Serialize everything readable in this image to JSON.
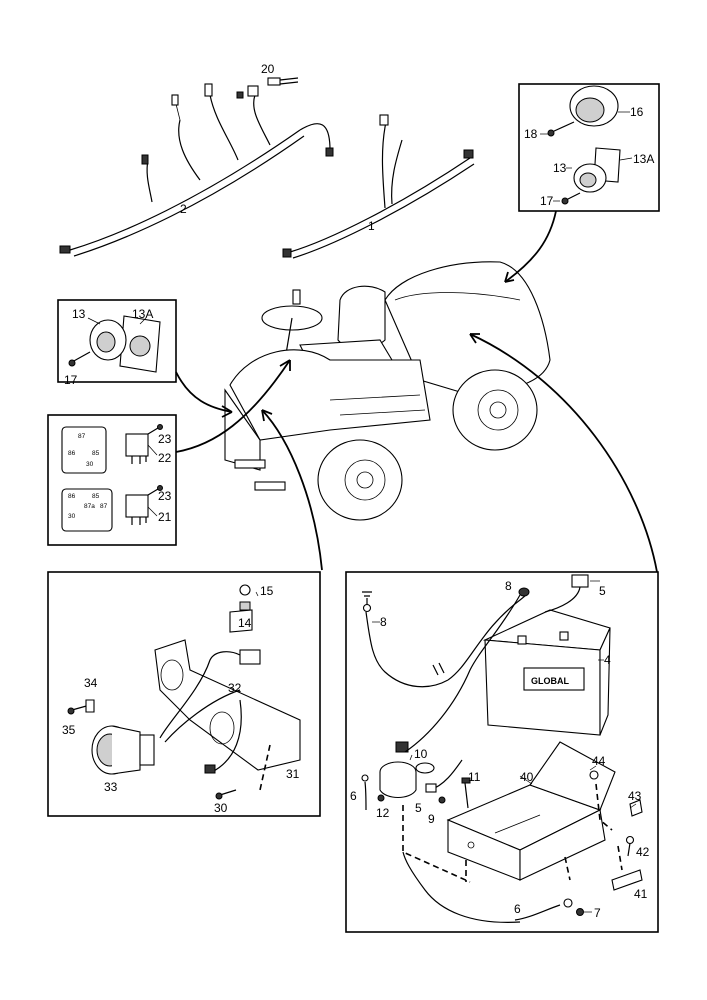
{
  "callouts": {
    "p1": "1",
    "p2": "2",
    "p20": "20",
    "p16": "16",
    "p18": "18",
    "p13_tr": "13",
    "p13A_tr": "13A",
    "p17_tr": "17",
    "p13_l": "13",
    "p13A_l": "13A",
    "p17_l": "17",
    "p23a": "23",
    "p22": "22",
    "p23b": "23",
    "p21": "21",
    "p15": "15",
    "p14": "14",
    "p34": "34",
    "p32": "32",
    "p35": "35",
    "p33": "33",
    "p31": "31",
    "p30": "30",
    "p8a": "8",
    "p8b": "8",
    "p5a": "5",
    "p4": "4",
    "p10": "10",
    "p11": "11",
    "p44": "44",
    "p40": "40",
    "p43": "43",
    "p6a": "6",
    "p12": "12",
    "p5b": "5",
    "p9": "9",
    "p42": "42",
    "p41": "41",
    "p6b": "6",
    "p7": "7"
  },
  "relay_small": {
    "r22": {
      "t87": "87",
      "t86": "86",
      "t85": "85",
      "t30": "30"
    },
    "r21": {
      "t86": "86",
      "t85": "85",
      "t87a": "87a",
      "t87": "87",
      "t30": "30"
    }
  },
  "battery_label": "GLOBAL"
}
